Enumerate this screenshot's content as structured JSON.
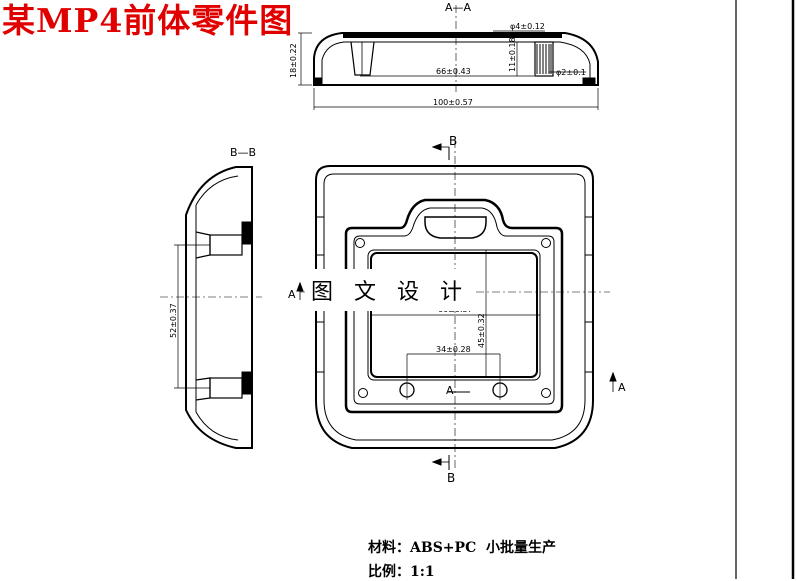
{
  "title": "某MP4前体零件图",
  "watermark": "图 文 设 计",
  "sections": {
    "aa_label": "A—A",
    "bb_label": "B—B",
    "cut_b": "B",
    "cut_a": "A"
  },
  "dimensions": {
    "d_height": "18±0.22",
    "d_inner_width": "66±0.43",
    "d_total_width": "100±0.57",
    "d_small_dia": "φ4±0.12",
    "d_post_height": "11±0.18",
    "d_post_dia": "φ2±0.1",
    "d_side_len": "52±0.37",
    "d_window_w": "60±0.37",
    "d_window_h": "45±0.32",
    "d_hole_pitch": "34±0.28"
  },
  "notes": {
    "material_label": "材料：",
    "material_value": "ABS+PC",
    "production": "小批量生产",
    "scale_label": "比例：",
    "scale_value": "1:1"
  }
}
